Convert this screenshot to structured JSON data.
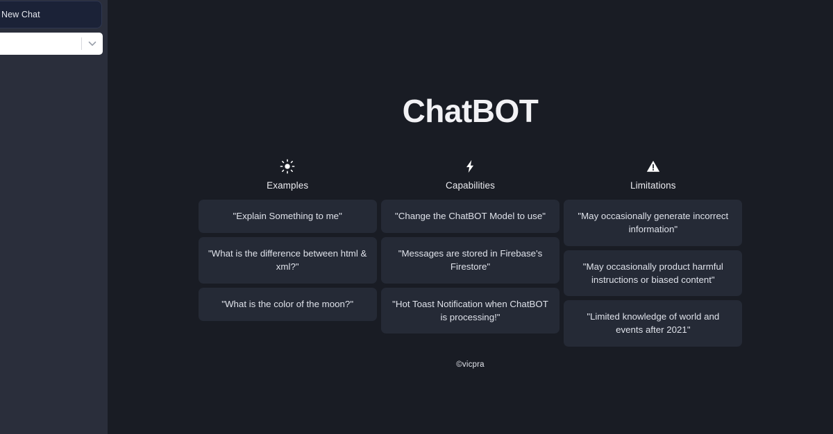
{
  "colors": {
    "app_background": "#191c24",
    "sidebar_background": "#2a2e3b",
    "new_chat_background": "#1b2237",
    "card_background": "#252a36",
    "select_background": "#ffffff",
    "text_primary": "#ececf1"
  },
  "sidebar": {
    "new_chat_label": "New Chat",
    "model_select": {
      "value": "",
      "placeholder": "",
      "arrow_icon": "chevron-down-icon"
    }
  },
  "main": {
    "title": "ChatBOT",
    "footer": "©vicpra",
    "columns": [
      {
        "icon": "sun-icon",
        "label": "Examples",
        "cards": [
          "\"Explain Something to me\"",
          "\"What is the difference between html & xml?\"",
          "\"What is the color of the moon?\""
        ]
      },
      {
        "icon": "lightning-bolt-icon",
        "label": "Capabilities",
        "cards": [
          "\"Change the ChatBOT Model to use\"",
          "\"Messages are stored in Firebase's Firestore\"",
          "\"Hot Toast Notification when ChatBOT is processing!\""
        ]
      },
      {
        "icon": "warning-triangle-icon",
        "label": "Limitations",
        "cards": [
          "\"May occasionally generate incorrect information\"",
          "\"May occasionally product harmful instructions or biased content\"",
          "\"Limited knowledge of world and events after 2021\""
        ]
      }
    ]
  }
}
